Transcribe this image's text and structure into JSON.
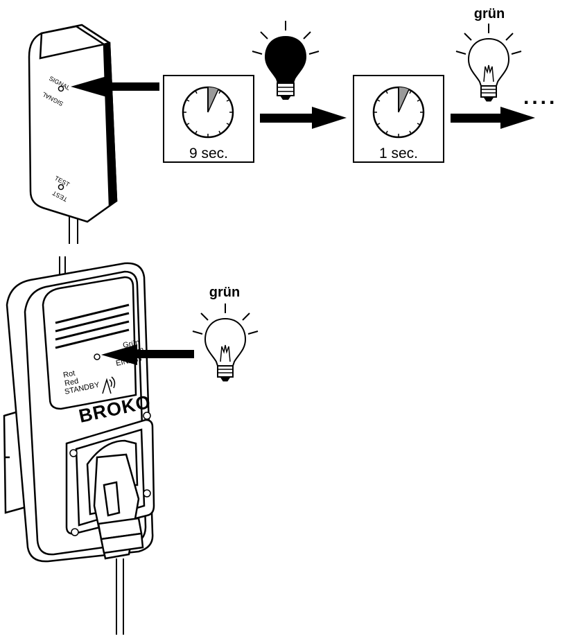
{
  "sensor": {
    "signal_label_top": "SIGNAL",
    "signal_label_bottom": "SIGNAL",
    "test_label_top": "TEST",
    "test_label_bottom": "TEST"
  },
  "timers": [
    {
      "label": "9 sec."
    },
    {
      "label": "1 sec."
    }
  ],
  "bulb_green_top_label": "grün",
  "bulb_green_side_label": "grün",
  "ellipsis": "....",
  "receiver": {
    "label_gruen": "Grün",
    "label_green": "Green",
    "label_ein_on": "EIN/ON",
    "label_rot": "Rot",
    "label_red": "Red",
    "label_standby": "STANDBY",
    "brand": "BROKO"
  },
  "colors": {
    "line": "#000000",
    "fill": "#ffffff",
    "dark": "#000000",
    "sector": "#9a9a9a"
  }
}
